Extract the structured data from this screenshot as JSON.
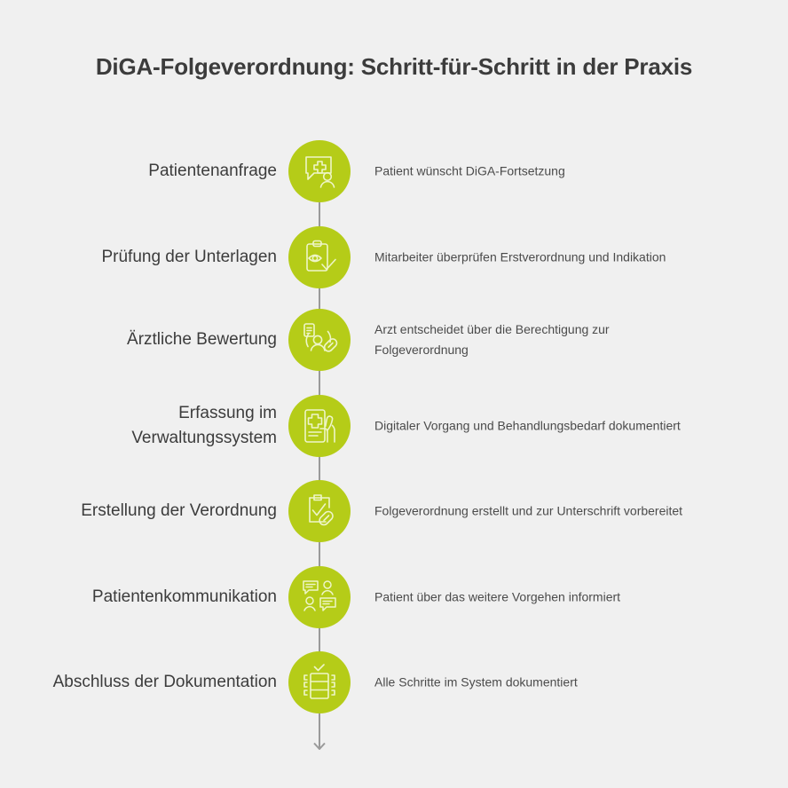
{
  "header": {
    "title": "DiGA-Folgeverordnung: Schritt-für-Schritt in der Praxis"
  },
  "theme": {
    "background": "#f0f0f0",
    "accent_green": "#b5cc18",
    "icon_stroke": "#eef5c8",
    "title_color": "#3c3c3c",
    "label_color": "#3c3c3c",
    "description_color": "#4b4b4b",
    "connector_color": "#9a9a9a"
  },
  "flow": {
    "orientation": "vertical",
    "connector_end": "arrow-down",
    "steps": [
      {
        "label": "Patientenanfrage",
        "description": "Patient wünscht DiGA-Fortsetzung",
        "icon": "speech-bubble-medical-cross-person-icon"
      },
      {
        "label": "Prüfung der Unterlagen",
        "description": "Mitarbeiter überprüfen Erstverordnung und Indikation",
        "icon": "clipboard-eye-check-icon"
      },
      {
        "label": "Ärztliche Bewertung",
        "description": "Arzt entscheidet über die Berechtigung zur Folgeverordnung",
        "icon": "doctor-document-pill-icon"
      },
      {
        "label": "Erfassung im Verwaltungssystem",
        "description": "Digitaler Vorgang und Behandlungsbedarf dokumentiert",
        "icon": "smartphone-medical-hand-icon"
      },
      {
        "label": "Erstellung der Verordnung",
        "description": "Folgeverordnung erstellt und zur Unterschrift vorbereitet",
        "icon": "prescription-check-pill-icon"
      },
      {
        "label": "Patientenkommunikation",
        "description": "Patient über das weitere Vorgehen informiert",
        "icon": "chat-bubbles-people-icon"
      },
      {
        "label": "Abschluss der Dokumentation",
        "description": "Alle Schritte im System dokumentiert",
        "icon": "server-database-check-icon"
      }
    ]
  }
}
